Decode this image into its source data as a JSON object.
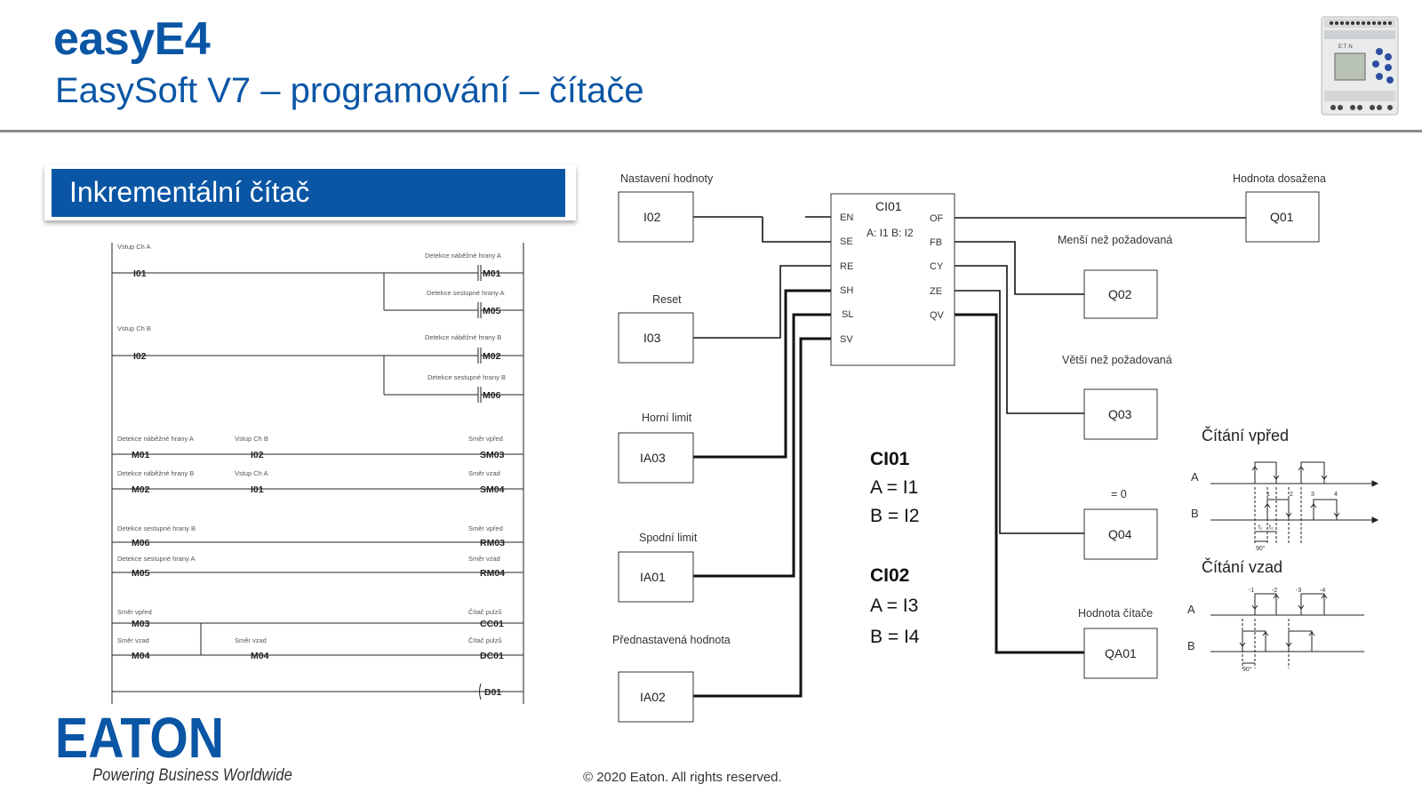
{
  "header": {
    "title": "easyE4",
    "subtitle": "EasySoft V7 – programování – čítače"
  },
  "device_icon": "easy-e4-device-icon",
  "section": {
    "title": "Inkrementální čítač"
  },
  "ladder": {
    "rungs": [
      {
        "label_top": "Vstup Ch A",
        "input": "I01",
        "branch_label1": "Detekce náběžné hrany A",
        "out1": "M01",
        "branch_label2": "Detekce sestupné hrany A",
        "out2": "M05"
      },
      {
        "label_top": "Vstup Ch B",
        "input": "I02",
        "branch_label1": "Detekce náběžné hrany B",
        "out1": "M02",
        "branch_label2": "Detekce sestupné hrany B",
        "out2": "M06"
      }
    ],
    "series": [
      {
        "c1_label": "Detekce náběžné hrany A",
        "c1": "M01",
        "c2_label": "Vstup Ch B",
        "c2": "I02",
        "out_label": "Směr vpřed",
        "out": "SM03"
      },
      {
        "c1_label": "Detekce náběžné hrany B",
        "c1": "M02",
        "c2_label": "Vstup Ch A",
        "c2": "I01",
        "out_label": "Směr vzad",
        "out": "SM04"
      },
      {
        "c1_label": "Detekce sestupné hrany B",
        "c1": "M06",
        "out_label": "Směr vpřed",
        "out": "RM03"
      },
      {
        "c1_label": "Detekce sestupné hrany A",
        "c1": "M05",
        "out_label": "Směr vzad",
        "out": "RM04"
      },
      {
        "c1_label": "Směr vpřed",
        "c1": "M03",
        "out_label": "Čítač pulzů",
        "out": "CC01"
      },
      {
        "c1_label": "Směr vzad",
        "c1": "M04",
        "c2_label": "Směr vzad",
        "c2": "M04",
        "out_label": "Čítač pulzů",
        "out": "DC01"
      }
    ],
    "last_out": "D01"
  },
  "fbd": {
    "block_name": "CI01",
    "block_params": "A: I1 B: I2",
    "pins_left": [
      "EN",
      "SE",
      "RE",
      "SH",
      "SL",
      "SV"
    ],
    "pins_right": [
      "OF",
      "FB",
      "CY",
      "ZE",
      "QV"
    ],
    "inputs": [
      {
        "label": "Nastavení hodnoty",
        "box": "I02"
      },
      {
        "label": "Reset",
        "box": "I03"
      },
      {
        "label": "Horní limit",
        "box": "IA03"
      },
      {
        "label": "Spodní limit",
        "box": "IA01"
      },
      {
        "label": "Přednastavená hodnota",
        "box": "IA02"
      }
    ],
    "outputs": [
      {
        "label": "Hodnota dosažena",
        "box": "Q01"
      },
      {
        "label": "Menší než požadovaná",
        "box": "Q02"
      },
      {
        "label": "Větší než požadovaná",
        "box": "Q03"
      },
      {
        "label": "= 0",
        "box": "Q04"
      },
      {
        "label": "Hodnota čítače",
        "box": "QA01"
      }
    ]
  },
  "ci_info": {
    "ci01": {
      "title": "CI01",
      "a": "A = I1",
      "b": "B = I2"
    },
    "ci02": {
      "title": "CI02",
      "a": "A = I3",
      "b": "B = I4"
    }
  },
  "timing": {
    "forward_title": "Čítání vpřed",
    "backward_title": "Čítání vzad",
    "ch_a": "A",
    "ch_b": "B",
    "forward_marks": [
      "1",
      "2",
      "3",
      "4"
    ],
    "backward_marks": [
      "-1",
      "-2",
      "-3",
      "-4"
    ],
    "phase": "90°",
    "t1": "t₁",
    "t2": "t₂"
  },
  "footer": {
    "logo_text": "EATON",
    "tagline": "Powering Business Worldwide",
    "copyright": "© 2020 Eaton. All rights reserved."
  },
  "colors": {
    "brand_blue": "#0a56a5"
  }
}
